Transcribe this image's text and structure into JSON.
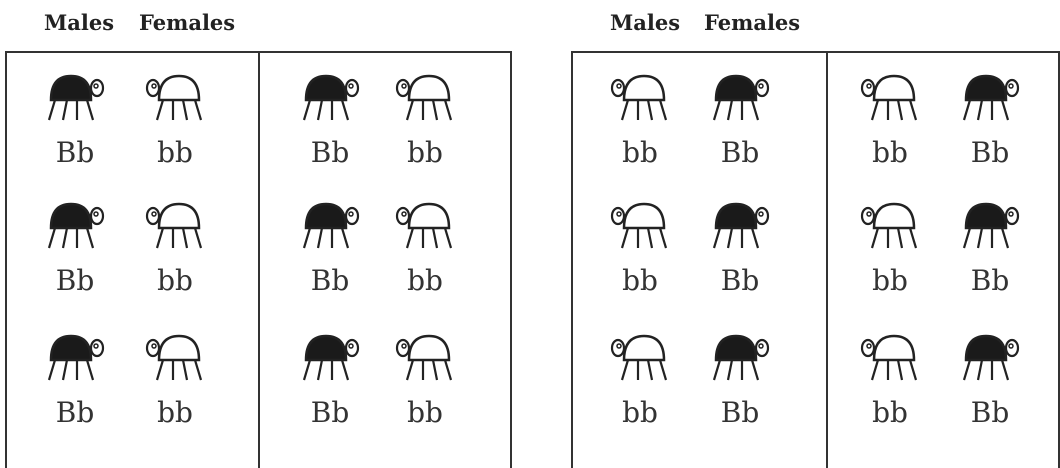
{
  "panels": [
    {
      "header": {
        "males": "Males",
        "females": "Females"
      },
      "cells": [
        [
          {
            "fill": "dark",
            "genotype": "Bb"
          },
          {
            "fill": "light",
            "genotype": "bb"
          },
          {
            "fill": "dark",
            "genotype": "Bb"
          },
          {
            "fill": "light",
            "genotype": "bb"
          }
        ],
        [
          {
            "fill": "dark",
            "genotype": "Bb"
          },
          {
            "fill": "light",
            "genotype": "bb"
          },
          {
            "fill": "dark",
            "genotype": "Bb"
          },
          {
            "fill": "light",
            "genotype": "bb"
          }
        ],
        [
          {
            "fill": "dark",
            "genotype": "Bb"
          },
          {
            "fill": "light",
            "genotype": "bb"
          },
          {
            "fill": "dark",
            "genotype": "Bb"
          },
          {
            "fill": "light",
            "genotype": "bb"
          }
        ]
      ]
    },
    {
      "header": {
        "males": "Males",
        "females": "Females"
      },
      "cells": [
        [
          {
            "fill": "light",
            "genotype": "bb"
          },
          {
            "fill": "dark",
            "genotype": "Bb"
          },
          {
            "fill": "light",
            "genotype": "bb"
          },
          {
            "fill": "dark",
            "genotype": "Bb"
          }
        ],
        [
          {
            "fill": "light",
            "genotype": "bb"
          },
          {
            "fill": "dark",
            "genotype": "Bb"
          },
          {
            "fill": "light",
            "genotype": "bb"
          },
          {
            "fill": "dark",
            "genotype": "Bb"
          }
        ],
        [
          {
            "fill": "light",
            "genotype": "bb"
          },
          {
            "fill": "dark",
            "genotype": "Bb"
          },
          {
            "fill": "light",
            "genotype": "bb"
          },
          {
            "fill": "dark",
            "genotype": "Bb"
          }
        ]
      ]
    }
  ],
  "colors": {
    "dark": "#1a1a1a",
    "light": "#ffffff",
    "stroke": "#222222"
  }
}
